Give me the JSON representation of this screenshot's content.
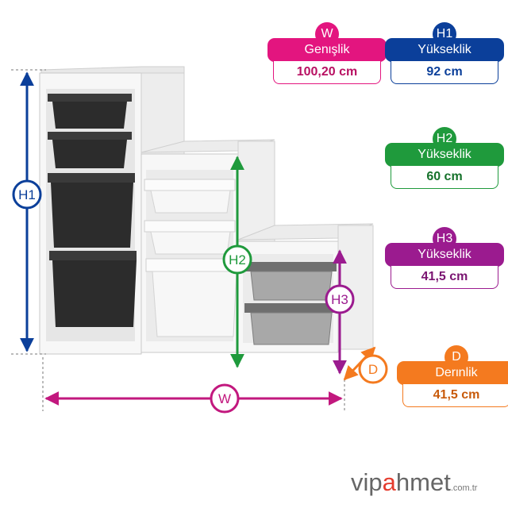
{
  "labels": {
    "h1": "H1",
    "h2": "H2",
    "h3": "H3",
    "w": "W",
    "d": "D"
  },
  "cards": [
    {
      "id": "w",
      "badge": "W",
      "title": "Genişlik",
      "value": "100,20 cm",
      "color": "#e3157f"
    },
    {
      "id": "h1",
      "badge": "H1",
      "title": "Yükseklik",
      "value": "92 cm",
      "color": "#0b3f9a"
    },
    {
      "id": "h2",
      "badge": "H2",
      "title": "Yükseklik",
      "value": "60 cm",
      "color": "#1f9a3c"
    },
    {
      "id": "h3",
      "badge": "H3",
      "title": "Yükseklik",
      "value": "41,5 cm",
      "color": "#9b1b8f"
    },
    {
      "id": "d",
      "badge": "D",
      "title": "Derinlik",
      "value": "41,5 cm",
      "color": "#f47a1f"
    }
  ],
  "brand": {
    "part1": "vip",
    "part2": "a",
    "part3": "hmet",
    "tld": ".com.tr"
  },
  "colors": {
    "furniture": "#f4f4f4",
    "dark_bin": "#2c2c2c",
    "light_bin": "#f7f7f7",
    "gray_bin": "#8c8c8c"
  }
}
